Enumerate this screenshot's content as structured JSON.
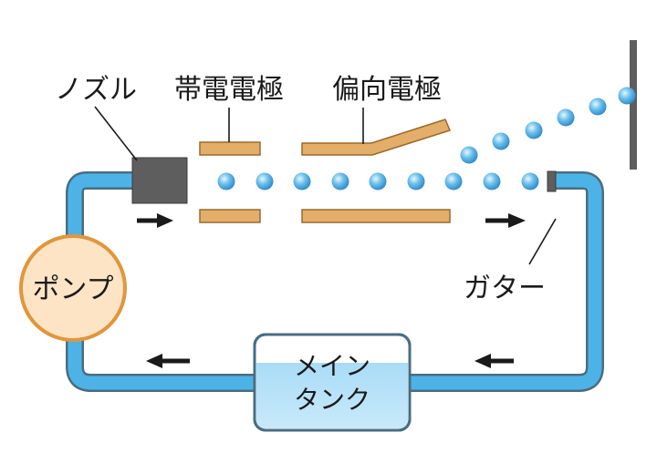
{
  "labels": {
    "nozzle": "ノズル",
    "charge_electrode": "帯電電極",
    "deflection_electrode": "偏向電極",
    "gutter": "ガター",
    "pump": "ポンプ",
    "main_tank_line1": "メイン",
    "main_tank_line2": "タンク"
  },
  "colors": {
    "pipe": "#4db3e6",
    "pipe_outline": "#4a6d80",
    "electrode": "#e2ae6a",
    "electrode_outline": "#9a6a2c",
    "pump_fill": "#fce4c4",
    "pump_outline": "#e0963c",
    "nozzle": "#5e5e5e",
    "drop": "#4da8e0",
    "tank_fill": "#b8e0f6",
    "arrow": "#1a1a1a"
  }
}
